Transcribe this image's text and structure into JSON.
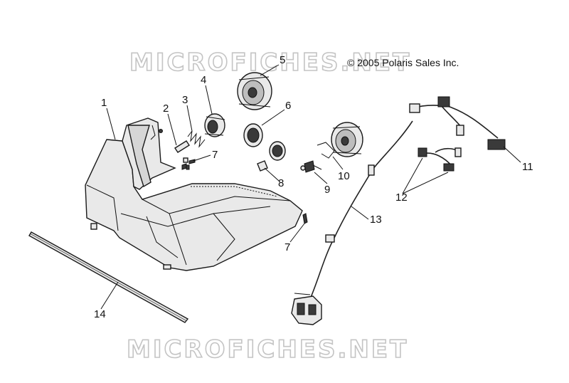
{
  "diagram": {
    "copyright": "© 2005 Polaris Sales Inc.",
    "watermark_top": "MICROFICHES.NET",
    "watermark_bottom": "MICROFICHES.NET",
    "callouts": [
      {
        "id": "1",
        "label": "1"
      },
      {
        "id": "2",
        "label": "2"
      },
      {
        "id": "3",
        "label": "3"
      },
      {
        "id": "4",
        "label": "4"
      },
      {
        "id": "5",
        "label": "5"
      },
      {
        "id": "6",
        "label": "6"
      },
      {
        "id": "7a",
        "label": "7"
      },
      {
        "id": "7b",
        "label": "7"
      },
      {
        "id": "8",
        "label": "8"
      },
      {
        "id": "9",
        "label": "9"
      },
      {
        "id": "10",
        "label": "10"
      },
      {
        "id": "11",
        "label": "11"
      },
      {
        "id": "12",
        "label": "12"
      },
      {
        "id": "13",
        "label": "13"
      },
      {
        "id": "14",
        "label": "14"
      }
    ]
  }
}
